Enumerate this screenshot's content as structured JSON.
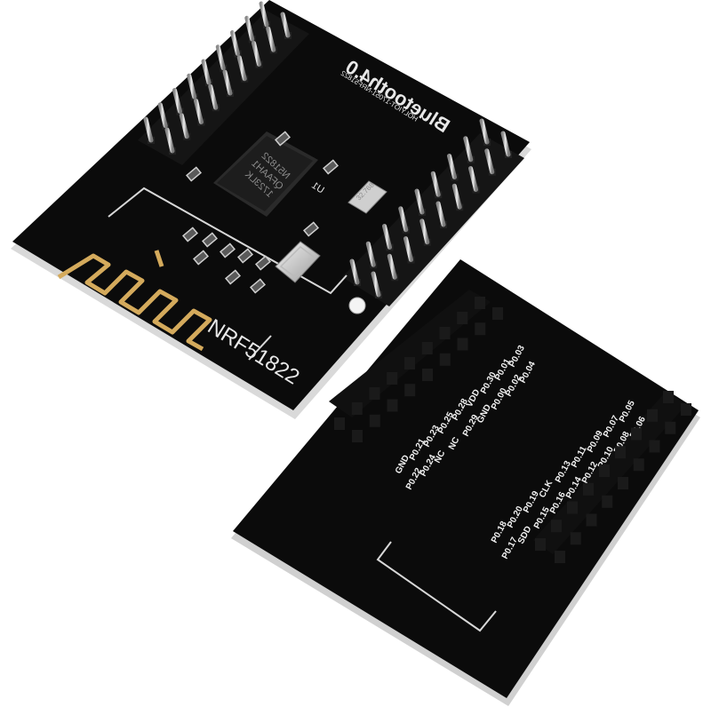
{
  "front_board": {
    "title": "Bluetooth4.0",
    "subtitle": "HOLYIOT-17051-NRF51822",
    "edge_label": "NRF51822",
    "ref_designator": "U1",
    "chip_lines": [
      "N51822",
      "QFAAH1",
      "1723LK"
    ],
    "crystal_label": "32.768"
  },
  "back_board": {
    "pin_labels_group_a": [
      "GND",
      "P0.22",
      "P0.21",
      "P0.24",
      "P0.23",
      "NC",
      "P0.25",
      "NC",
      "P0.28",
      "P0.29",
      "VDD",
      "GND",
      "P0.30",
      "P0.00",
      "P0.01",
      "P0.02",
      "P0.03",
      "P0.04"
    ],
    "pin_labels_group_b": [
      "P0.18",
      "P0.17",
      "P0.20",
      "SDD",
      "P0.19",
      "P0.15",
      "CLK",
      "P0.16",
      "P0.13",
      "P0.14",
      "P0.11",
      "P0.12",
      "P0.09",
      "P0.10",
      "P0.07",
      "P0.08",
      "P0.05",
      "P0.06"
    ]
  },
  "colors": {
    "pcb": "#0b0b0b",
    "silkscreen": "#e8e8e8",
    "antenna": "#d4aa5c",
    "pins": "#c9c9c9",
    "headers": "#111111"
  }
}
